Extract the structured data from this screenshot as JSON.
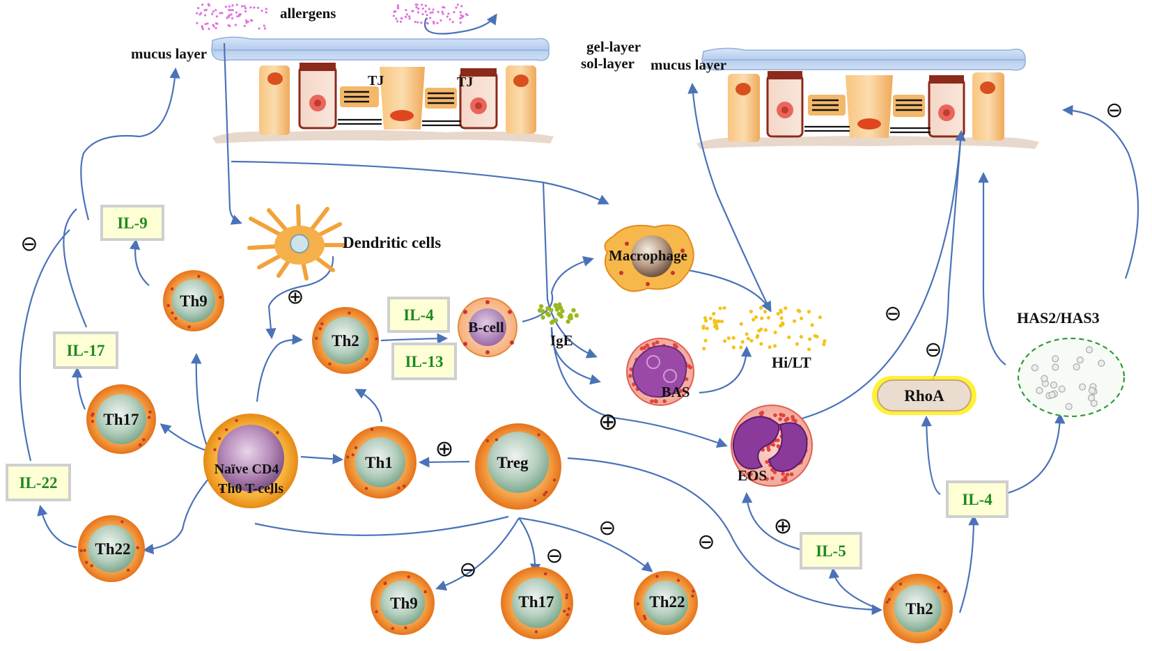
{
  "labels": {
    "allergens": "allergens",
    "mucus_layer_left": "mucus layer",
    "mucus_layer_right": "mucus layer",
    "gel_layer": "gel-layer",
    "sol_layer": "sol-layer",
    "tj_1": "TJ",
    "tj_2": "TJ",
    "dendritic_cells": "Dendritic cells",
    "macrophage": "Macrophage",
    "b_cell": "B-cell",
    "ige": "IgE",
    "bas": "BAS",
    "hi_lt": "Hi/LT",
    "eos": "EOS",
    "rhoa": "RhoA",
    "has2_has3": "HAS2/HAS3",
    "naive_line1": "Naïve CD4",
    "naive_line2": "Th0 T-cells"
  },
  "cells": {
    "th9_left": "Th9",
    "th2_upper": "Th2",
    "th17_left": "Th17",
    "th1": "Th1",
    "treg": "Treg",
    "th22_left": "Th22",
    "th9_bottom": "Th9",
    "th17_bottom": "Th17",
    "th22_bottom": "Th22",
    "th2_right": "Th2"
  },
  "cytokines": {
    "il9": "IL-9",
    "il17": "IL-17",
    "il22": "IL-22",
    "il4_left": "IL-4",
    "il13": "IL-13",
    "il5": "IL-5",
    "il4_right": "IL-4"
  },
  "symbols": {
    "plus": "⊕",
    "minus": "⊖"
  },
  "colors": {
    "arrow": "#4a72b8",
    "cytokine_text": "#1e8a1e",
    "cytokine_box": "#ffffd6",
    "cell_outer": "#f28c28",
    "cell_nucleus": "#9ac3a8",
    "eos_granule": "#e0443c",
    "nucleus_purple": "#8a3a9a",
    "rhoa_glow": "#ffee00",
    "has_outline": "#2e9a3a",
    "allergen": "#e070e0"
  }
}
